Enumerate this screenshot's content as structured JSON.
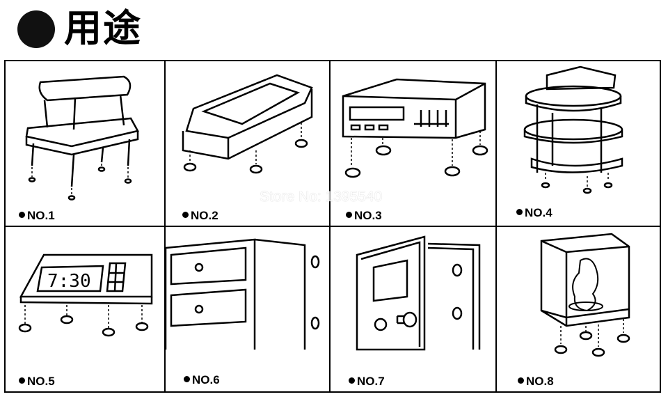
{
  "header": {
    "title": "用途"
  },
  "watermark": "Store No: 1395540",
  "cells": [
    {
      "label": "NO.1",
      "icon": "chair-icon"
    },
    {
      "label": "NO.2",
      "icon": "tray-icon"
    },
    {
      "label": "NO.3",
      "icon": "stereo-receiver-icon"
    },
    {
      "label": "NO.4",
      "icon": "telephone-stand-icon"
    },
    {
      "label": "NO.5",
      "icon": "alarm-clock-icon"
    },
    {
      "label": "NO.6",
      "icon": "drawer-cabinet-icon"
    },
    {
      "label": "NO.7",
      "icon": "safe-icon"
    },
    {
      "label": "NO.8",
      "icon": "display-case-icon"
    }
  ]
}
